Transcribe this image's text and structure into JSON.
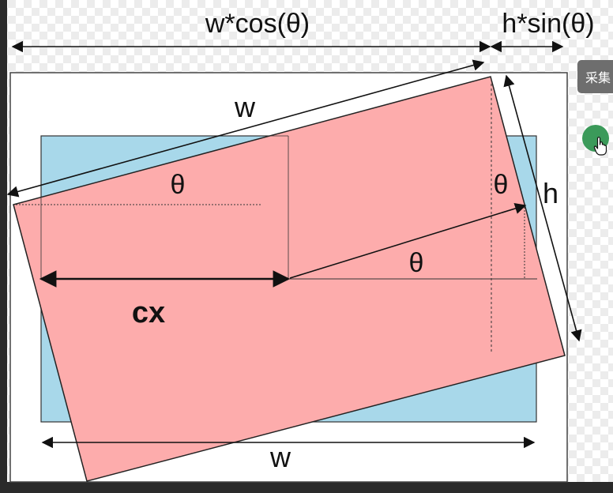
{
  "diagram": {
    "labels": {
      "top_width_projection": "w*cos(θ)",
      "top_height_projection": "h*sin(θ)",
      "rect_width": "w",
      "angle_top_left": "θ",
      "angle_top_right": "θ",
      "angle_center": "θ",
      "rect_height": "h",
      "center_x": "cx",
      "bottom_width": "w"
    },
    "colors": {
      "rotated_rect_fill": "#fdacac",
      "original_rect_fill": "#a8d8ea",
      "stroke": "#222222"
    }
  },
  "side_panel": {
    "chip_label": "采集",
    "cursor_icon": "hand-pointer-icon"
  }
}
